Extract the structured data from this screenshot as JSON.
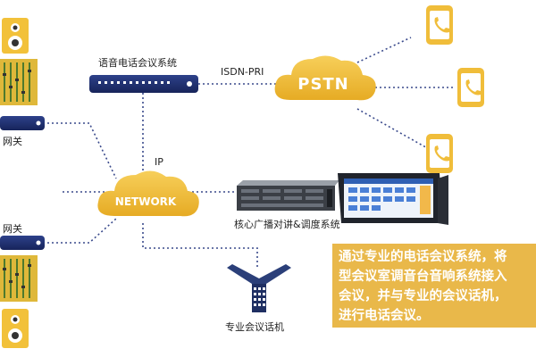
{
  "labels": {
    "conference_system": "语音电话会议系统",
    "isdn": "ISDN-PRI",
    "pstn": "PSTN",
    "ip": "IP",
    "network": "NETWORK",
    "gateway_top": "网关",
    "gateway_bottom": "网关",
    "broadcast_system": "核心广播对讲&调度系统",
    "conference_phone": "专业会议话机"
  },
  "description": {
    "lines": [
      "通过专业的电话会议系统，将",
      "型会议室调音台音响系统接入",
      "会议，并与专业的会议话机，",
      "进行电话会议。"
    ]
  },
  "colors": {
    "accent": "#f0bd3a",
    "device_blue": "#1e2f6b",
    "line_blue": "#3a4a8c",
    "description_bg": "#e9b84a"
  },
  "icons": [
    "mobile-phone-icon",
    "speaker-icon",
    "mixer-icon",
    "server-icon",
    "monitor-icon",
    "conference-phone-icon",
    "cloud-icon"
  ]
}
